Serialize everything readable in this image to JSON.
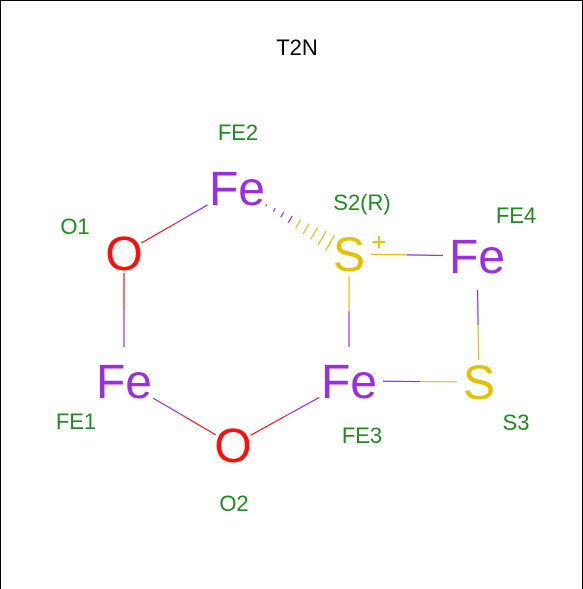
{
  "title": "T2N",
  "colors": {
    "fe": "#9a2ee3",
    "o": "#ff0d0d",
    "s": "#e6c000",
    "label": "#1e8c1e",
    "frame": "#000000"
  },
  "atoms": [
    {
      "id": "FE2",
      "element": "Fe",
      "name": "FE2",
      "charge": ""
    },
    {
      "id": "O1",
      "element": "O",
      "name": "O1",
      "charge": ""
    },
    {
      "id": "S2",
      "element": "S",
      "name": "S2(R)",
      "charge": "+"
    },
    {
      "id": "FE4",
      "element": "Fe",
      "name": "FE4",
      "charge": ""
    },
    {
      "id": "FE1",
      "element": "Fe",
      "name": "FE1",
      "charge": ""
    },
    {
      "id": "FE3",
      "element": "Fe",
      "name": "FE3",
      "charge": ""
    },
    {
      "id": "S3",
      "element": "S",
      "name": "S3",
      "charge": ""
    },
    {
      "id": "O2",
      "element": "O",
      "name": "O2",
      "charge": ""
    }
  ],
  "bonds": [
    {
      "from": "O1",
      "to": "FE2",
      "style": "single"
    },
    {
      "from": "FE2",
      "to": "S2",
      "style": "hash"
    },
    {
      "from": "S2",
      "to": "FE4",
      "style": "single"
    },
    {
      "from": "S2",
      "to": "FE3",
      "style": "single"
    },
    {
      "from": "FE4",
      "to": "S3",
      "style": "single"
    },
    {
      "from": "FE3",
      "to": "S3",
      "style": "single"
    },
    {
      "from": "O1",
      "to": "FE1",
      "style": "single"
    },
    {
      "from": "FE1",
      "to": "O2",
      "style": "single"
    },
    {
      "from": "O2",
      "to": "FE3",
      "style": "single"
    }
  ]
}
